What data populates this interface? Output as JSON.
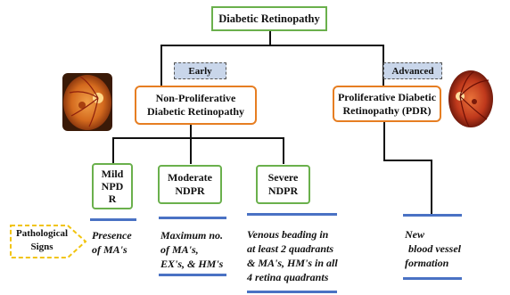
{
  "title": "Diabetic Retinopathy",
  "early_tag": "Early",
  "advanced_tag": "Advanced",
  "npdr": {
    "line1": "Non-Proliferative",
    "line2": "Diabetic Retinopathy"
  },
  "pdr": {
    "line1": "Proliferative Diabetic",
    "line2": "Retinopathy (PDR)"
  },
  "mild": {
    "line1": "Mild",
    "line2": "NPD",
    "line3": "R"
  },
  "moderate": {
    "line1": "Moderate",
    "line2": "NDPR"
  },
  "severe": {
    "line1": "Severe",
    "line2": "NDPR"
  },
  "pathological": {
    "line1": "Pathological",
    "line2": "Signs"
  },
  "signs": {
    "mild": [
      "Presence",
      "of MA's"
    ],
    "moderate": [
      "Maximum no.",
      "of MA's,",
      "EX's, & HM's"
    ],
    "severe": [
      "Venous beading in",
      "at least 2 quadrants",
      "& MA's, HM's in all",
      "4 retina quadrants"
    ],
    "pdr": [
      "New",
      "blood vessel",
      "formation"
    ]
  },
  "colors": {
    "green": "#6ab04c",
    "orange": "#e67e22",
    "blue": "#4a72c4",
    "tag_fill": "#c9d6ea",
    "arrow": "#f1c40f"
  },
  "icons": {
    "fundus_early": "retina-fundus-image-icon",
    "fundus_advanced": "retina-fundus-image-icon"
  }
}
